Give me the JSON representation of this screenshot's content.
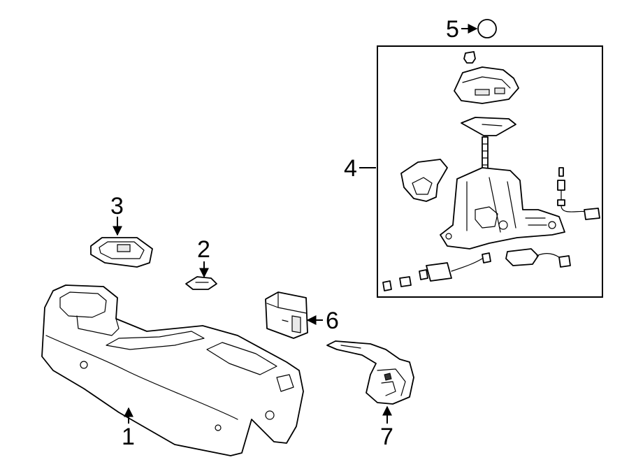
{
  "callouts": [
    {
      "id": "1",
      "label": "1"
    },
    {
      "id": "2",
      "label": "2"
    },
    {
      "id": "3",
      "label": "3"
    },
    {
      "id": "4",
      "label": "4"
    },
    {
      "id": "5",
      "label": "5"
    },
    {
      "id": "6",
      "label": "6"
    },
    {
      "id": "7",
      "label": "7"
    }
  ],
  "parts": [
    {
      "callout": "1",
      "icon": "console-housing-icon"
    },
    {
      "callout": "2",
      "icon": "clip-icon"
    },
    {
      "callout": "3",
      "icon": "shift-boot-trim-icon"
    },
    {
      "callout": "4",
      "icon": "shifter-assembly-icon"
    },
    {
      "callout": "5",
      "icon": "knob-circle-icon"
    },
    {
      "callout": "6",
      "icon": "switch-module-icon"
    },
    {
      "callout": "7",
      "icon": "park-brake-lever-icon"
    }
  ]
}
